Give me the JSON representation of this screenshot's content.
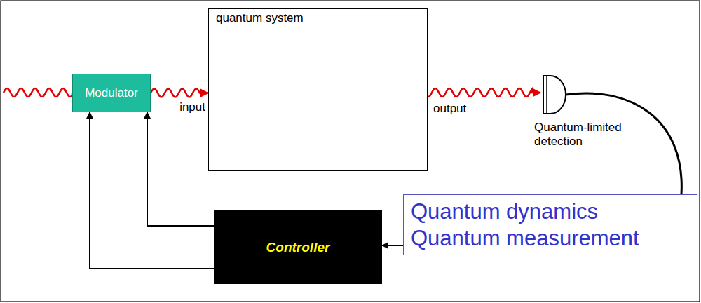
{
  "diagram": {
    "nodes": [
      {
        "text": [
          "Modulator"
        ]
      },
      {
        "text": [
          "quantum system"
        ]
      },
      {
        "text": [
          "Controller"
        ]
      },
      {
        "text": [
          "Quantum dynamics",
          "Quantum measurement"
        ]
      }
    ],
    "edges": [
      {
        "from": 0,
        "to": 1,
        "arrow": "to",
        "label": "input"
      },
      {
        "from": 2,
        "to": 0,
        "arrow": "to"
      },
      {
        "from": 2,
        "to": 0,
        "arrow": "to"
      },
      {
        "from": 3,
        "to": 2,
        "arrow": "to"
      }
    ],
    "labels": [
      "output",
      "Quantum-limited detection"
    ]
  }
}
